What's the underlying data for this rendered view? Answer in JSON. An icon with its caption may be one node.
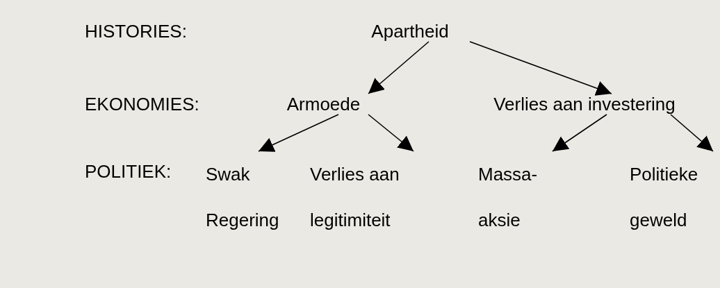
{
  "diagram": {
    "nodes": [
      {
        "text": [
          "Apartheid"
        ]
      },
      {
        "text": [
          "Armoede"
        ]
      },
      {
        "text": [
          "Verlies aan investering"
        ]
      },
      {
        "text": [
          "Swak Regering"
        ]
      },
      {
        "text": [
          "Verlies aan legitimiteit"
        ]
      },
      {
        "text": [
          "Massa- aksie"
        ]
      },
      {
        "text": [
          "Politieke geweld"
        ]
      }
    ],
    "edges": [
      {
        "from": 0,
        "to": 1,
        "arrow": "to"
      },
      {
        "from": 0,
        "to": 2,
        "arrow": "to"
      },
      {
        "from": 1,
        "to": 3,
        "arrow": "to"
      },
      {
        "from": 1,
        "to": 4,
        "arrow": "to"
      },
      {
        "from": 2,
        "to": 5,
        "arrow": "to"
      },
      {
        "from": 2,
        "to": 6,
        "arrow": "to"
      }
    ],
    "labels": [
      "HISTORIES:",
      "EKONOMIES:",
      "POLITIEK:"
    ]
  }
}
